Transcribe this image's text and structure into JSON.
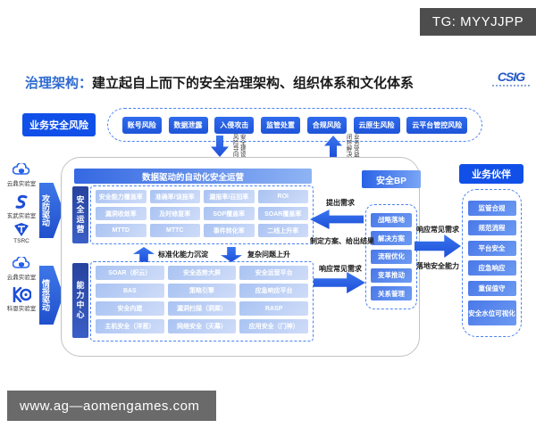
{
  "badge": {
    "text": "TG: MYYJJPP"
  },
  "title": {
    "prefix": "治理架构：",
    "text": "建立起自上而下的安全治理架构、组织体系和文化体系"
  },
  "logo": {
    "text": "CSIG"
  },
  "top_row": {
    "label": "业务安全风险",
    "risks": [
      "账号风险",
      "数据泄露",
      "入侵攻击",
      "监管处置",
      "合规风险",
      "云原生风险",
      "云平台管控风险"
    ]
  },
  "flow_annotations": {
    "down_left": "风险导向",
    "down_right": "安全建设",
    "up_left": "闭环解决",
    "up_right": "业务受益"
  },
  "left_panel": {
    "labs": [
      {
        "name": "云鼎实验室"
      },
      {
        "name": "玄武实验室"
      },
      {
        "name": "TSRC"
      },
      {
        "name": "云鼎实验室"
      },
      {
        "name": "科恩实验室"
      }
    ],
    "arrows": [
      "攻防驱动",
      "情报驱动"
    ]
  },
  "main": {
    "header": "数据驱动的自动化安全运营",
    "ops": {
      "label": "安全运营",
      "rows": [
        [
          "安全能力覆盖率",
          "准确率/误报率",
          "漏报率/召回率",
          "ROI"
        ],
        [
          "漏洞收敛率",
          "及时修复率",
          "SOP覆盖率",
          "SOAR覆盖率"
        ],
        [
          "MTTD",
          "MTTC",
          "事件转化率",
          "二线上升率"
        ]
      ]
    },
    "mid_arrows": {
      "up_label": "标准化能力沉淀",
      "down_label": "复杂问题上升"
    },
    "capability": {
      "label": "能力中心",
      "rows": [
        [
          "SOAR（织云）",
          "安全态势大屏",
          "安全运营平台"
        ],
        [
          "BAS",
          "策略引擎",
          "应急响应平台"
        ],
        [
          "安全内建",
          "漏洞扫描（洞犀）",
          "RASP"
        ],
        [
          "主机安全（洋葱）",
          "网络安全（天幕）",
          "应用安全（门神）"
        ]
      ]
    },
    "bp": {
      "header": "安全BP",
      "items": [
        "战略落地",
        "解决方案",
        "流程优化",
        "变革推动",
        "关系管理"
      ],
      "arrow_request": "提出需求",
      "arrow_result": "制定方案、给出结果",
      "arrow_respond": "响应常见需求"
    }
  },
  "partner": {
    "header": "业务伙伴",
    "arrow_top": "响应常见需求",
    "arrow_bottom": "落地安全能力",
    "items": [
      "监管合规",
      "规范流程",
      "平台安全",
      "应急响应",
      "重保值守",
      "安全水位可视化"
    ]
  },
  "watermark": "www.ag—aomengames.com",
  "colors": {
    "accent_blue": "#1150e8",
    "box_blue": "#2f6bee",
    "light_cell": "#a9c3f2",
    "navy_label": "#27439f",
    "dashed_border": "#4a83f0",
    "badge_gray": "#4d4d4d",
    "watermark_gray": "#6a6a6a",
    "title_blue": "#2f6bd0"
  }
}
